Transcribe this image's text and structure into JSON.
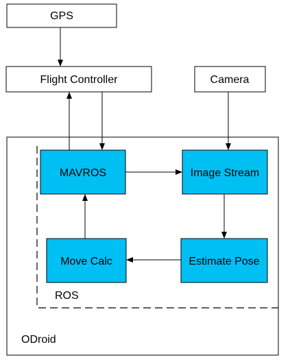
{
  "colors": {
    "hardware_fill": "#ffffff",
    "software_fill": "#00bff3",
    "stroke": "#000000",
    "background": "#ffffff"
  },
  "containers": {
    "odroid": {
      "label": "ODroid"
    },
    "ros": {
      "label": "ROS"
    }
  },
  "nodes": {
    "gps": {
      "label": "GPS"
    },
    "flight_controller": {
      "label": "Flight Controller"
    },
    "camera": {
      "label": "Camera"
    },
    "mavros": {
      "label": "MAVROS"
    },
    "image_stream": {
      "label": "Image Stream"
    },
    "estimate_pose": {
      "label": "Estimate Pose"
    },
    "move_calc": {
      "label": "Move Calc"
    }
  },
  "edges": [
    {
      "from": "gps",
      "to": "flight_controller"
    },
    {
      "from": "mavros",
      "to": "flight_controller"
    },
    {
      "from": "flight_controller",
      "to": "mavros"
    },
    {
      "from": "camera",
      "to": "image_stream"
    },
    {
      "from": "mavros",
      "to": "image_stream"
    },
    {
      "from": "image_stream",
      "to": "estimate_pose"
    },
    {
      "from": "estimate_pose",
      "to": "move_calc"
    },
    {
      "from": "move_calc",
      "to": "mavros"
    }
  ]
}
